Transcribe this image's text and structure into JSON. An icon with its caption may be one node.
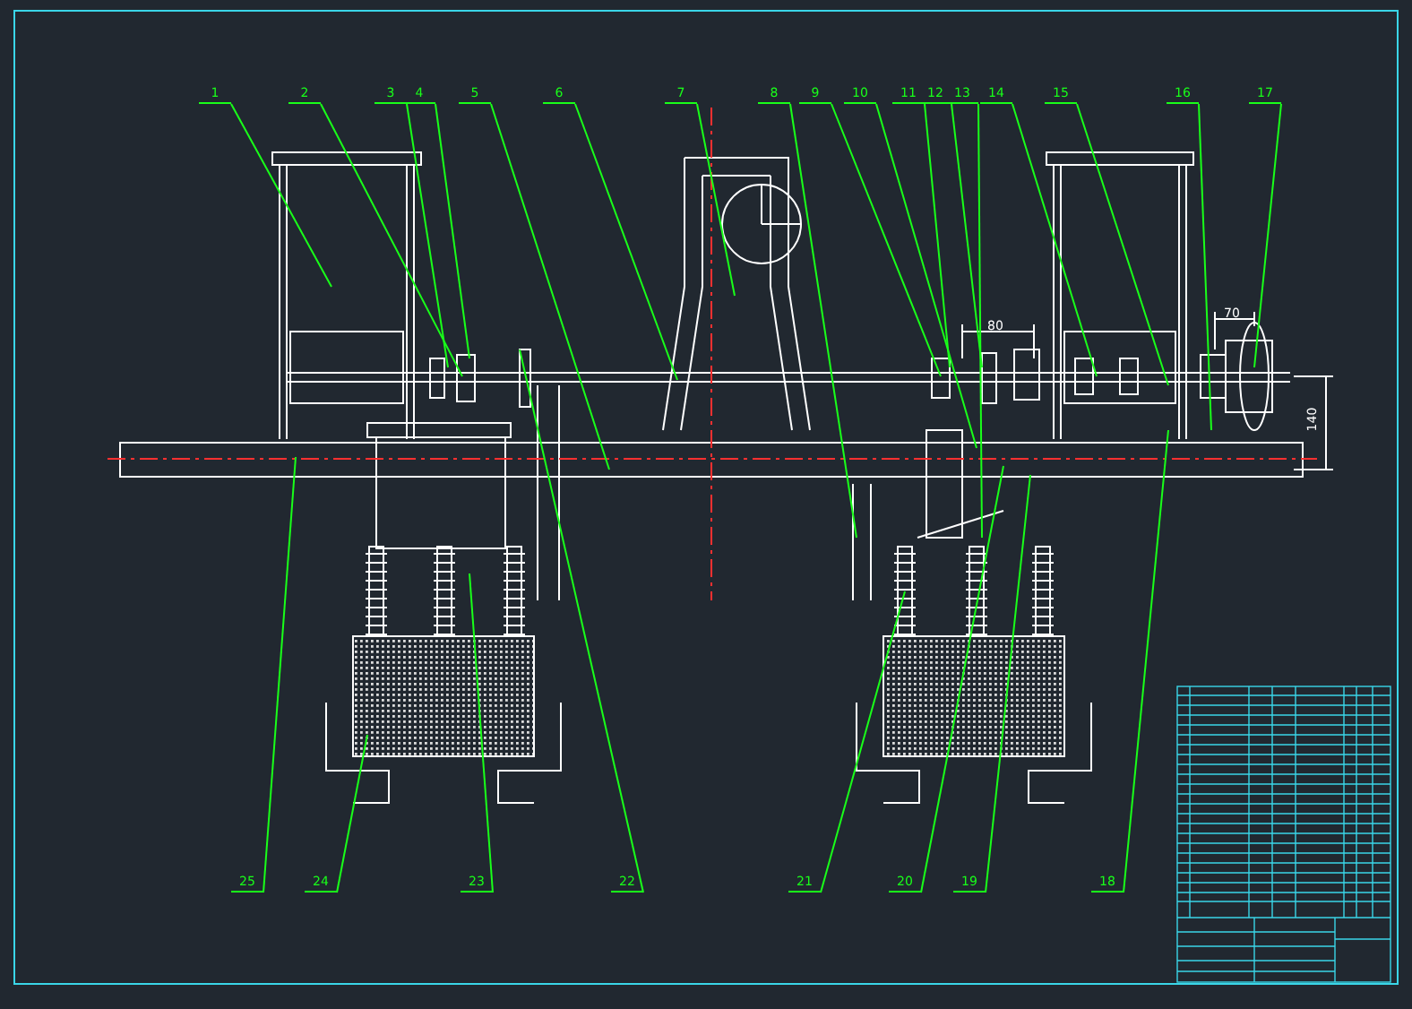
{
  "diagram": {
    "nodes": [
      {
        "text": [
          "1"
        ]
      },
      {
        "text": [
          "2"
        ]
      },
      {
        "text": [
          "3"
        ]
      },
      {
        "text": [
          "4"
        ]
      },
      {
        "text": [
          "5"
        ]
      },
      {
        "text": [
          "6"
        ]
      },
      {
        "text": [
          "7"
        ]
      },
      {
        "text": [
          "8"
        ]
      },
      {
        "text": [
          "9"
        ]
      },
      {
        "text": [
          "10"
        ]
      },
      {
        "text": [
          "11"
        ]
      },
      {
        "text": [
          "12"
        ]
      },
      {
        "text": [
          "13"
        ]
      },
      {
        "text": [
          "14"
        ]
      },
      {
        "text": [
          "15"
        ]
      },
      {
        "text": [
          "16"
        ]
      },
      {
        "text": [
          "17"
        ]
      },
      {
        "text": [
          "25"
        ]
      },
      {
        "text": [
          "24"
        ]
      },
      {
        "text": [
          "23"
        ]
      },
      {
        "text": [
          "22"
        ]
      },
      {
        "text": [
          "21"
        ]
      },
      {
        "text": [
          "20"
        ]
      },
      {
        "text": [
          "19"
        ]
      },
      {
        "text": [
          "18"
        ]
      }
    ],
    "edges": [
      {
        "from": 0,
        "to": null,
        "arrow": "none"
      },
      {
        "from": 1,
        "to": null,
        "arrow": "none"
      },
      {
        "from": 2,
        "to": null,
        "arrow": "none"
      },
      {
        "from": 3,
        "to": null,
        "arrow": "none"
      },
      {
        "from": 4,
        "to": null,
        "arrow": "none"
      },
      {
        "from": 5,
        "to": null,
        "arrow": "none"
      },
      {
        "from": 6,
        "to": null,
        "arrow": "none"
      },
      {
        "from": 7,
        "to": null,
        "arrow": "none"
      },
      {
        "from": 8,
        "to": null,
        "arrow": "none"
      },
      {
        "from": 9,
        "to": null,
        "arrow": "none"
      },
      {
        "from": 10,
        "to": null,
        "arrow": "none"
      },
      {
        "from": 11,
        "to": null,
        "arrow": "none"
      },
      {
        "from": 12,
        "to": null,
        "arrow": "none"
      },
      {
        "from": 13,
        "to": null,
        "arrow": "none"
      },
      {
        "from": 14,
        "to": null,
        "arrow": "none"
      },
      {
        "from": 15,
        "to": null,
        "arrow": "none"
      },
      {
        "from": 16,
        "to": null,
        "arrow": "none"
      },
      {
        "from": 17,
        "to": null,
        "arrow": "none"
      },
      {
        "from": 18,
        "to": null,
        "arrow": "none"
      },
      {
        "from": 19,
        "to": null,
        "arrow": "none"
      },
      {
        "from": 20,
        "to": null,
        "arrow": "none"
      },
      {
        "from": 21,
        "to": null,
        "arrow": "none"
      },
      {
        "from": 22,
        "to": null,
        "arrow": "none"
      },
      {
        "from": 23,
        "to": null,
        "arrow": "none"
      },
      {
        "from": 24,
        "to": null,
        "arrow": "none"
      }
    ],
    "labels": [
      "80",
      "70",
      "140"
    ]
  }
}
